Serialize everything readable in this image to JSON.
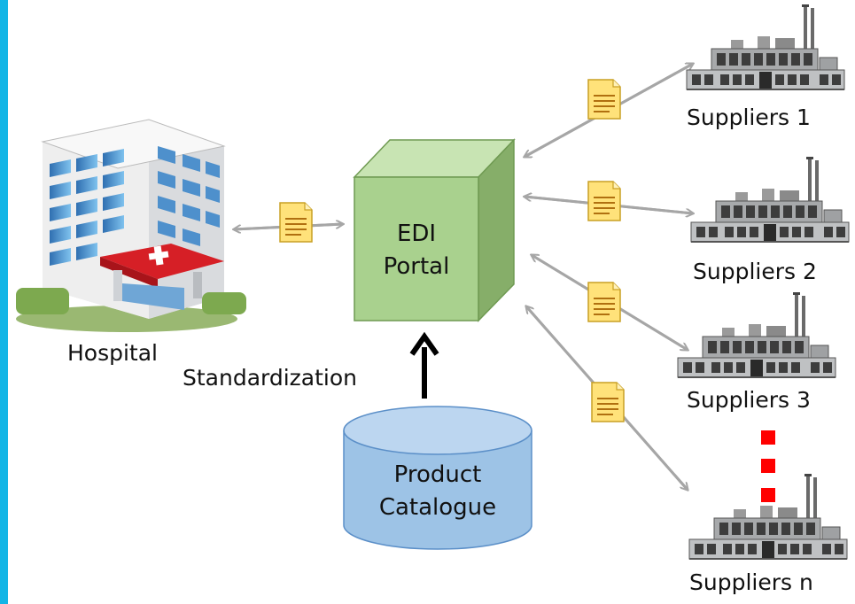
{
  "colors": {
    "accent_bar": "#12b5e6",
    "cube_front": "#a9d18e",
    "cube_top": "#c8e4b3",
    "cube_side": "#86ae69",
    "cube_stroke": "#6f9a52",
    "cylinder_fill": "#9dc3e6",
    "cylinder_top": "#bcd6f0",
    "cylinder_stroke": "#5b8fc8",
    "arrow_gray": "#a6a6a6",
    "arrow_black": "#000000",
    "dots_red": "#ff0000",
    "doc_fill": "#ffe27a",
    "doc_stroke": "#c9a024",
    "doc_lines": "#b07010"
  },
  "hospital": {
    "label": "Hospital",
    "icon": "hospital-building-icon"
  },
  "portal": {
    "line1": "EDI",
    "line2": "Portal"
  },
  "catalogue": {
    "line1": "Product",
    "line2": "Catalogue"
  },
  "standardization_label": "Standardization",
  "suppliers": [
    {
      "label": "Suppliers 1",
      "icon": "factory-icon"
    },
    {
      "label": "Suppliers 2",
      "icon": "factory-icon"
    },
    {
      "label": "Suppliers 3",
      "icon": "factory-icon"
    },
    {
      "label": "Suppliers n",
      "icon": "factory-icon"
    }
  ],
  "document_icon": "document-icon"
}
